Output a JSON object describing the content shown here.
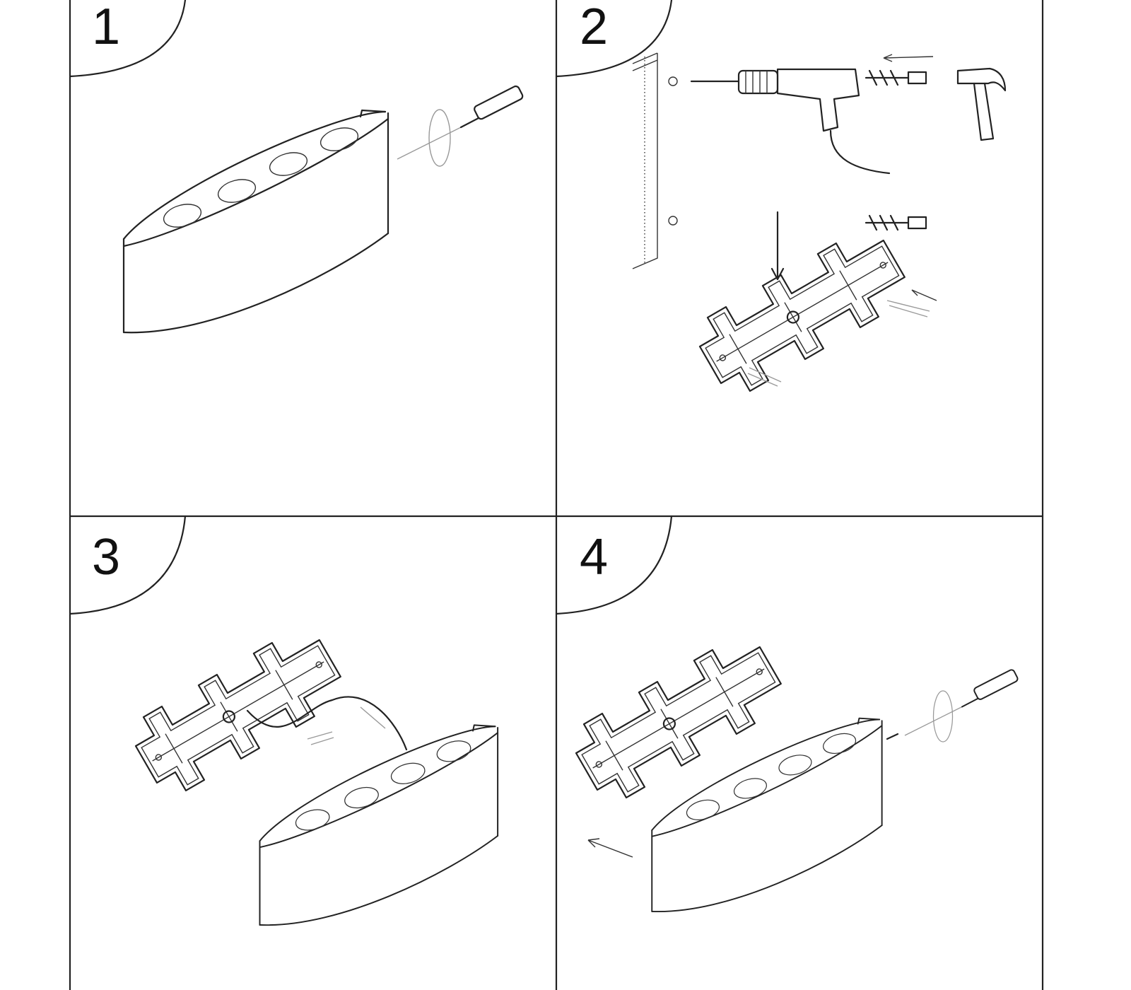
{
  "steps": [
    {
      "number": "1",
      "icon": "screwdriver-icon"
    },
    {
      "number": "2",
      "icon": "drill-icon"
    },
    {
      "number": "3",
      "icon": "bracket-icon"
    },
    {
      "number": "4",
      "icon": "screwdriver-icon"
    }
  ],
  "colors": {
    "line": "#222222",
    "background": "#ffffff"
  }
}
